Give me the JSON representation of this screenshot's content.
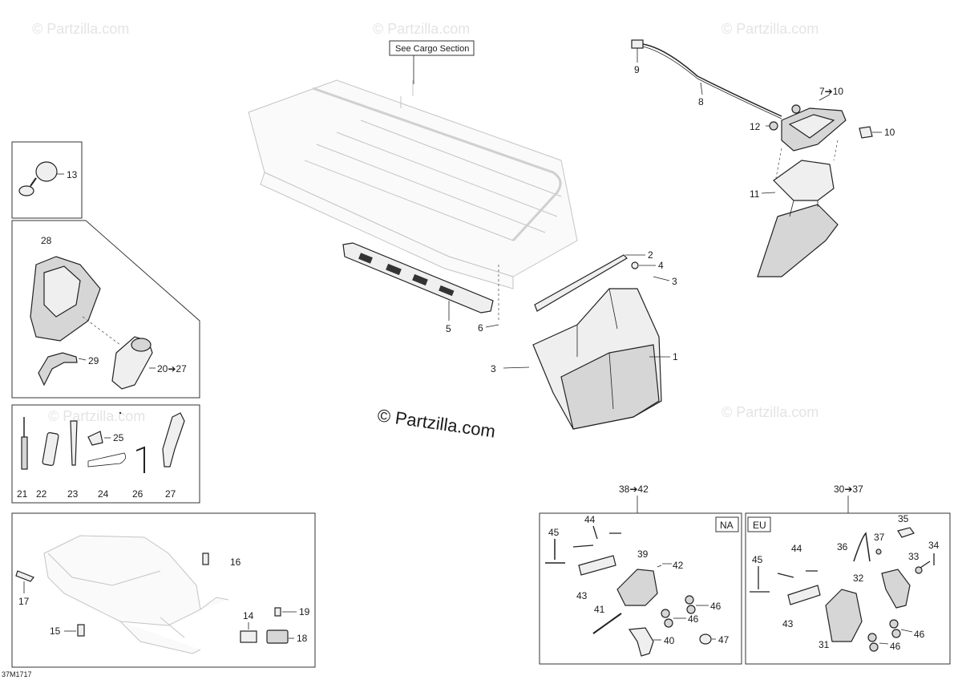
{
  "watermarks": {
    "small": "© Partzilla.com",
    "main": "© Partzilla.com"
  },
  "callouts": {
    "cargo_section": "See Cargo Section",
    "na": "NA",
    "eu": "EU",
    "code": "37M1717"
  },
  "labels": {
    "p1": "1",
    "p2": "2",
    "p3a": "3",
    "p3b": "3",
    "p4": "4",
    "p5": "5",
    "p6": "6",
    "p7": "7➔10",
    "p8": "8",
    "p9": "9",
    "p10": "10",
    "p11": "11",
    "p12": "12",
    "p13": "13",
    "p14": "14",
    "p15": "15",
    "p16": "16",
    "p17": "17",
    "p18": "18",
    "p19": "19",
    "p20": "20➔27",
    "p21": "21",
    "p22": "22",
    "p23": "23",
    "p24": "24",
    "p25": "25",
    "p26": "26",
    "p27": "27",
    "p28": "28",
    "p29": "29",
    "p38": "38➔42",
    "p30": "30➔37",
    "na45": "45",
    "na44": "44",
    "na39": "39",
    "na42": "42",
    "na43": "43",
    "na46a": "46",
    "na46b": "46",
    "na41": "41",
    "na40": "40",
    "na47": "47",
    "eu35": "35",
    "eu36": "36",
    "eu37": "37",
    "eu33": "33",
    "eu34": "34",
    "eu44": "44",
    "eu45": "45",
    "eu32": "32",
    "eu43": "43",
    "eu31": "31",
    "eu46a": "46",
    "eu46b": "46"
  }
}
